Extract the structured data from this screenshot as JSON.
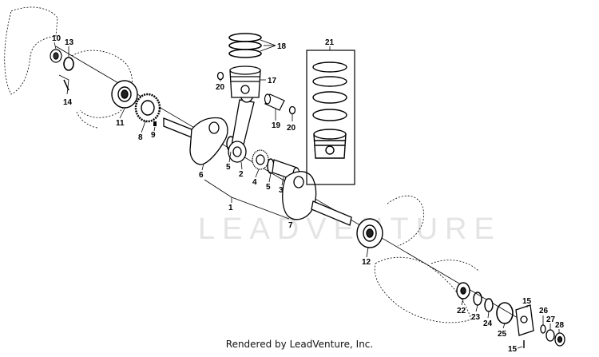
{
  "diagram": {
    "watermark": "LEADVENTURE",
    "footer": "Rendered by LeadVenture, Inc.",
    "callouts": {
      "c1": "1",
      "c2": "2",
      "c3": "3",
      "c4": "4",
      "c5a": "5",
      "c5b": "5",
      "c6": "6",
      "c7": "7",
      "c8": "8",
      "c9": "9",
      "c10": "10",
      "c11": "11",
      "c12": "12",
      "c13": "13",
      "c14": "14",
      "c15a": "15",
      "c15b": "15",
      "c17": "17",
      "c18": "18",
      "c19": "19",
      "c20a": "20",
      "c20b": "20",
      "c21": "21",
      "c22": "22",
      "c23": "23",
      "c24": "24",
      "c25": "25",
      "c26": "26",
      "c27": "27",
      "c28": "28"
    }
  }
}
